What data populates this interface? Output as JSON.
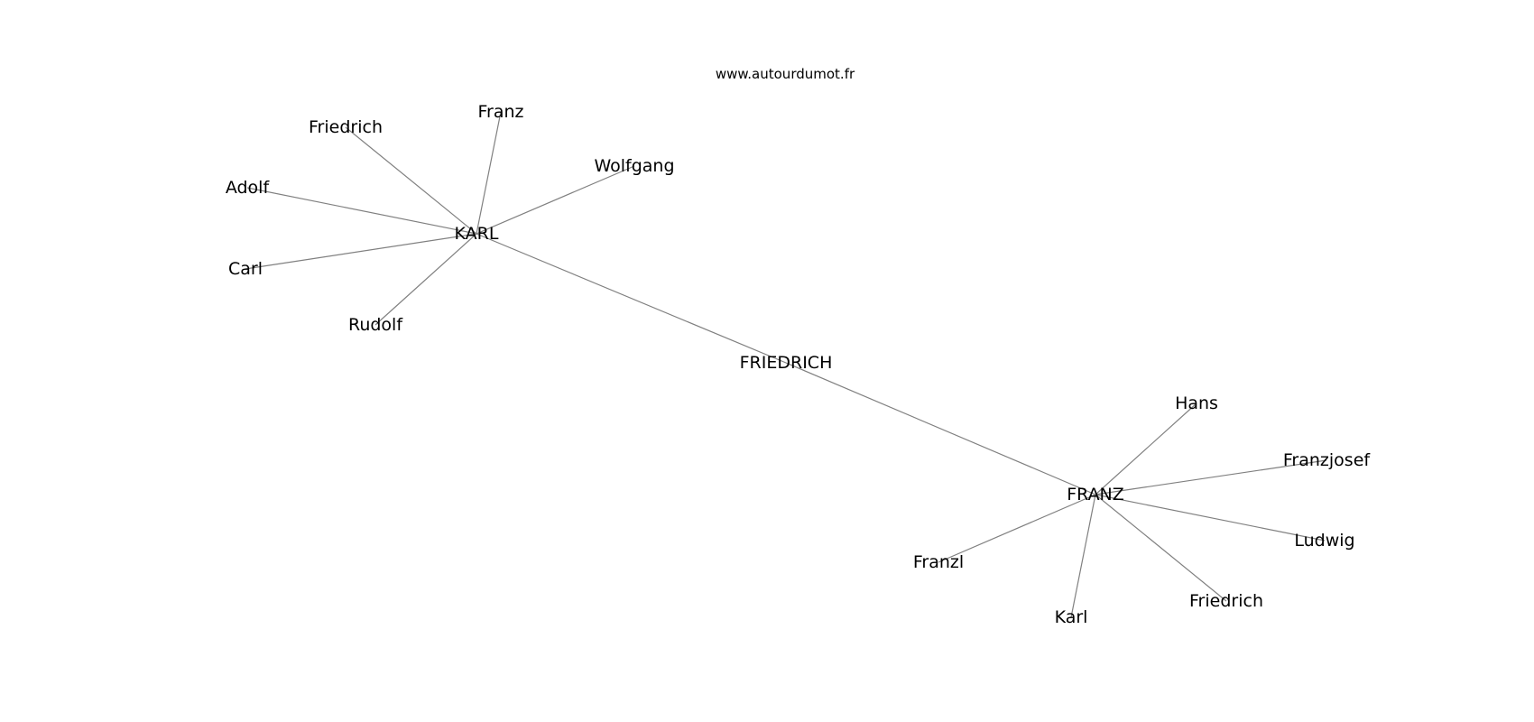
{
  "watermark": "www.autourdumot.fr",
  "nodes": [
    {
      "id": "friedrich_center",
      "label": "FRIEDRICH"
    },
    {
      "id": "karl_hub",
      "label": "KARL"
    },
    {
      "id": "franz_hub",
      "label": "FRANZ"
    },
    {
      "id": "friedrich_k",
      "label": "Friedrich"
    },
    {
      "id": "franz_k",
      "label": "Franz"
    },
    {
      "id": "wolfgang",
      "label": "Wolfgang"
    },
    {
      "id": "adolf",
      "label": "Adolf"
    },
    {
      "id": "carl",
      "label": "Carl"
    },
    {
      "id": "rudolf",
      "label": "Rudolf"
    },
    {
      "id": "hans",
      "label": "Hans"
    },
    {
      "id": "franzjosef",
      "label": "Franzjosef"
    },
    {
      "id": "ludwig",
      "label": "Ludwig"
    },
    {
      "id": "friedrich_f",
      "label": "Friedrich"
    },
    {
      "id": "karl_f",
      "label": "Karl"
    },
    {
      "id": "franzl",
      "label": "Franzl"
    }
  ],
  "edges": [
    [
      "karl_hub",
      "friedrich_center"
    ],
    [
      "friedrich_center",
      "franz_hub"
    ],
    [
      "karl_hub",
      "friedrich_k"
    ],
    [
      "karl_hub",
      "franz_k"
    ],
    [
      "karl_hub",
      "wolfgang"
    ],
    [
      "karl_hub",
      "adolf"
    ],
    [
      "karl_hub",
      "carl"
    ],
    [
      "karl_hub",
      "rudolf"
    ],
    [
      "franz_hub",
      "hans"
    ],
    [
      "franz_hub",
      "franzjosef"
    ],
    [
      "franz_hub",
      "ludwig"
    ],
    [
      "franz_hub",
      "friedrich_f"
    ],
    [
      "franz_hub",
      "karl_f"
    ],
    [
      "franz_hub",
      "franzl"
    ]
  ]
}
